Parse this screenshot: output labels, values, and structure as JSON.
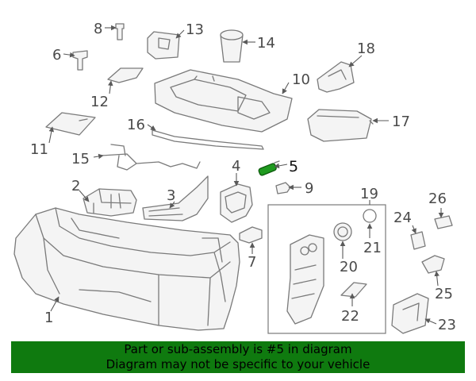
{
  "diagram": {
    "callouts": [
      "1",
      "2",
      "3",
      "4",
      "5",
      "6",
      "7",
      "8",
      "9",
      "10",
      "11",
      "12",
      "13",
      "14",
      "15",
      "16",
      "17",
      "18",
      "19",
      "20",
      "21",
      "22",
      "23",
      "24",
      "25",
      "26"
    ],
    "highlighted": "5",
    "colors": {
      "highlight_part": "#1f9a1f",
      "lines": "#7a7a7a",
      "text": "#4a4a4a"
    }
  },
  "banner": {
    "line1": "Part or sub-assembly is #5 in diagram",
    "line2": "Diagram may not be specific to your vehicle",
    "background": "#0f7a0f"
  }
}
